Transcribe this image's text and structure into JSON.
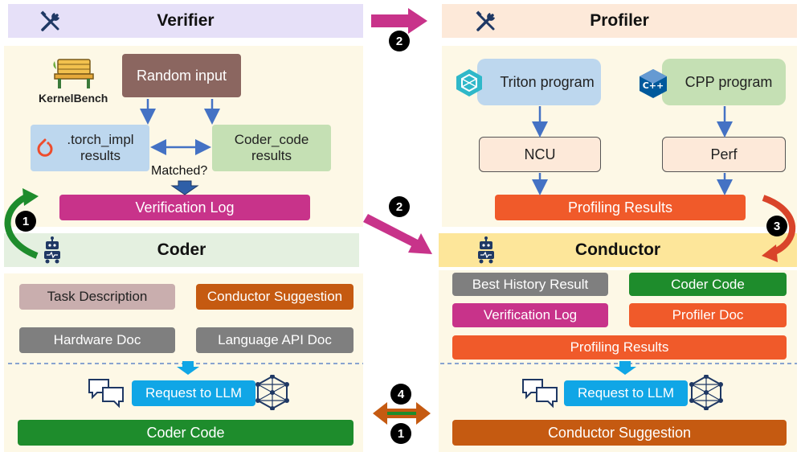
{
  "verifier": {
    "title": "Verifier",
    "kernelbench_label": "KernelBench",
    "random_input": "Random input",
    "torch_impl": ".torch_impl\nresults",
    "coder_code_results": "Coder_code\nresults",
    "matched": "Matched?",
    "verification_log": "Verification Log"
  },
  "profiler": {
    "title": "Profiler",
    "triton_program": "Triton program",
    "cpp_program": "CPP program",
    "ncu": "NCU",
    "perf": "Perf",
    "profiling_results": "Profiling Results"
  },
  "coder": {
    "title": "Coder",
    "task_description": "Task Description",
    "conductor_suggestion": "Conductor Suggestion",
    "hardware_doc": "Hardware Doc",
    "language_api_doc": "Language API Doc",
    "request_llm": "Request to LLM",
    "coder_code": "Coder Code"
  },
  "conductor": {
    "title": "Conductor",
    "best_history": "Best History Result",
    "coder_code": "Coder Code",
    "verification_log": "Verification Log",
    "profiler_doc": "Profiler Doc",
    "profiling_results": "Profiling Results",
    "request_llm": "Request to LLM",
    "conductor_suggestion": "Conductor Suggestion"
  },
  "badges": {
    "b1": "1",
    "b2_top": "2",
    "b2_mid": "2",
    "b3": "3",
    "b4": "4",
    "b1_bottom": "1"
  },
  "icon_text": {
    "cpp": "C++"
  },
  "colors": {
    "header_purple": "#e6e0f8",
    "header_peach": "#fde9d9",
    "coder_header": "#e4f0e0",
    "conductor_header": "#fde69a",
    "random_input": "#8b6660",
    "blue_box": "#bdd7ee",
    "green_box": "#c5e0b4",
    "magenta": "#c8338a",
    "orange_red": "#f05a2a",
    "burnt_orange": "#c55a11",
    "dark_green": "#1e8c2c",
    "gray": "#7f7f7f",
    "mauve": "#c9aeae",
    "cyan": "#10a6e6",
    "ncu_box": "#fde9d9",
    "arrow_blue": "#4472c4"
  }
}
